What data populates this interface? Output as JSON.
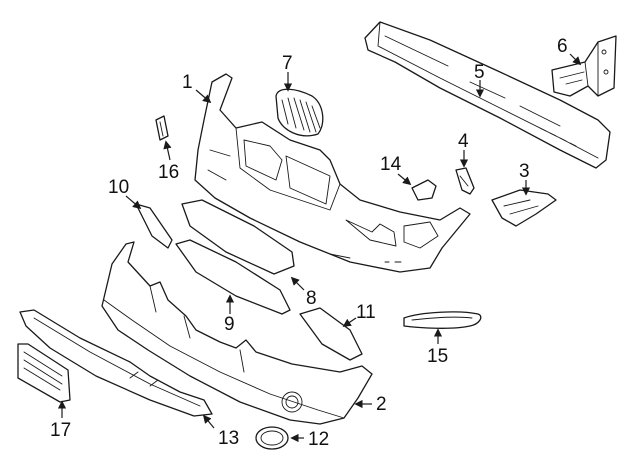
{
  "diagram": {
    "callouts": [
      {
        "id": "1",
        "label": "1"
      },
      {
        "id": "2",
        "label": "2"
      },
      {
        "id": "3",
        "label": "3"
      },
      {
        "id": "4",
        "label": "4"
      },
      {
        "id": "5",
        "label": "5"
      },
      {
        "id": "6",
        "label": "6"
      },
      {
        "id": "7",
        "label": "7"
      },
      {
        "id": "8",
        "label": "8"
      },
      {
        "id": "9",
        "label": "9"
      },
      {
        "id": "10",
        "label": "10"
      },
      {
        "id": "11",
        "label": "11"
      },
      {
        "id": "12",
        "label": "12"
      },
      {
        "id": "13",
        "label": "13"
      },
      {
        "id": "14",
        "label": "14"
      },
      {
        "id": "15",
        "label": "15"
      },
      {
        "id": "16",
        "label": "16"
      },
      {
        "id": "17",
        "label": "17"
      }
    ],
    "colors": {
      "line": "#1a1a1a",
      "background": "#ffffff"
    }
  }
}
